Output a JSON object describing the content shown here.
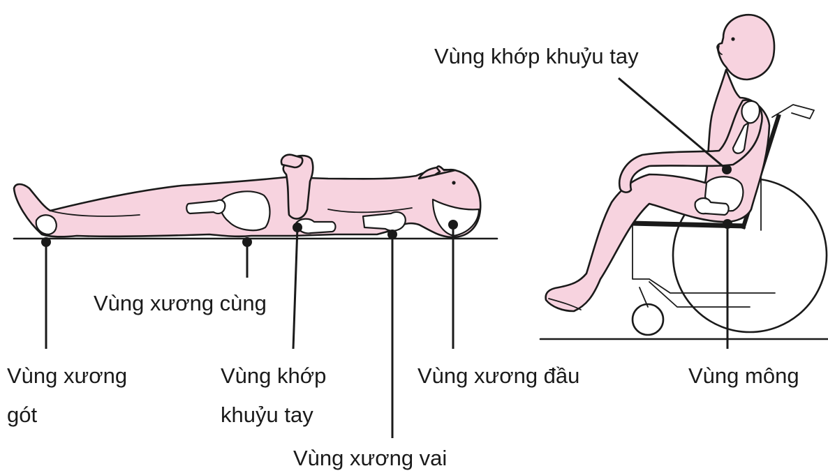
{
  "labels": {
    "sacrum": "Vùng xương cùng",
    "heel_line1": "Vùng xương",
    "heel_line2": "gót",
    "elbow_line1": "Vùng khớp",
    "elbow_line2": "khuỷu tay",
    "head": "Vùng xương đầu",
    "shoulder": "Vùng xương vai",
    "seated_elbow": "Vùng khớp khuỷu tay",
    "buttocks": "Vùng mông"
  },
  "colors": {
    "skin": "#f7d3df",
    "bone": "#ffffff",
    "ink": "#1a1a1a"
  }
}
